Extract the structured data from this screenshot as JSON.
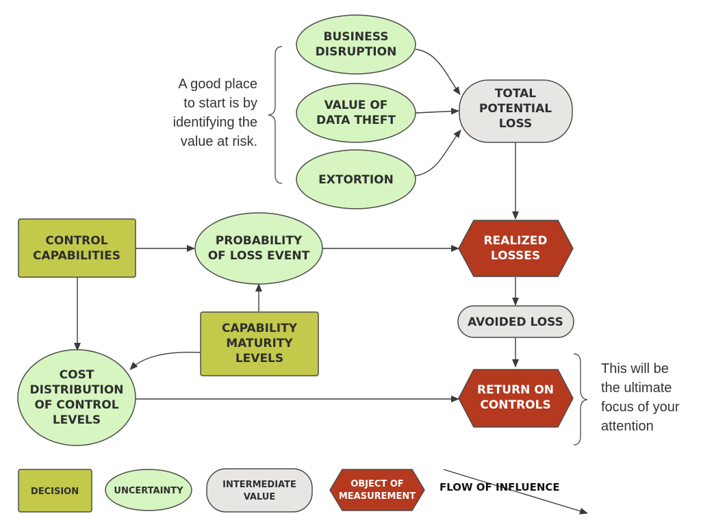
{
  "colors": {
    "decision": "#c3c94b",
    "uncertainty": "#d6f5c0",
    "intermediate": "#e8e6e2",
    "measurement": "#b5391f",
    "stroke": "#4a4a4a"
  },
  "nodes": {
    "business_disruption": {
      "lines": [
        "BUSINESS",
        "DISRUPTION"
      ]
    },
    "value_of_data_theft": {
      "lines": [
        "VALUE OF",
        "DATA THEFT"
      ]
    },
    "extortion": {
      "lines": [
        "EXTORTION"
      ]
    },
    "total_potential_loss": {
      "lines": [
        "TOTAL",
        "POTENTIAL",
        "LOSS"
      ]
    },
    "control_capabilities": {
      "lines": [
        "CONTROL",
        "CAPABILITIES"
      ]
    },
    "probability_of_loss_event": {
      "lines": [
        "PROBABILITY",
        "OF LOSS EVENT"
      ]
    },
    "realized_losses": {
      "lines": [
        "REALIZED",
        "LOSSES"
      ]
    },
    "avoided_loss": {
      "lines": [
        "AVOIDED LOSS"
      ]
    },
    "capability_maturity_levels": {
      "lines": [
        "CAPABILITY",
        "MATURITY",
        "LEVELS"
      ]
    },
    "cost_distribution": {
      "lines": [
        "COST",
        "DISTRIBUTION",
        "OF CONTROL",
        "LEVELS"
      ]
    },
    "return_on_controls": {
      "lines": [
        "RETURN ON",
        "CONTROLS"
      ]
    }
  },
  "notes": {
    "top": {
      "lines": [
        "A good place",
        "to start is by",
        "identifying the",
        "value at risk."
      ]
    },
    "right": {
      "lines": [
        "This will be",
        "the ultimate",
        "focus of your",
        "attention"
      ]
    }
  },
  "legend": {
    "decision": {
      "lines": [
        "DECISION"
      ]
    },
    "uncertainty": {
      "lines": [
        "UNCERTAINTY"
      ]
    },
    "intermediate": {
      "lines": [
        "INTERMEDIATE",
        "VALUE"
      ]
    },
    "measurement": {
      "lines": [
        "OBJECT OF",
        "MEASUREMENT"
      ]
    },
    "flow": {
      "lines": [
        "FLOW OF INFLUENCE"
      ]
    }
  }
}
